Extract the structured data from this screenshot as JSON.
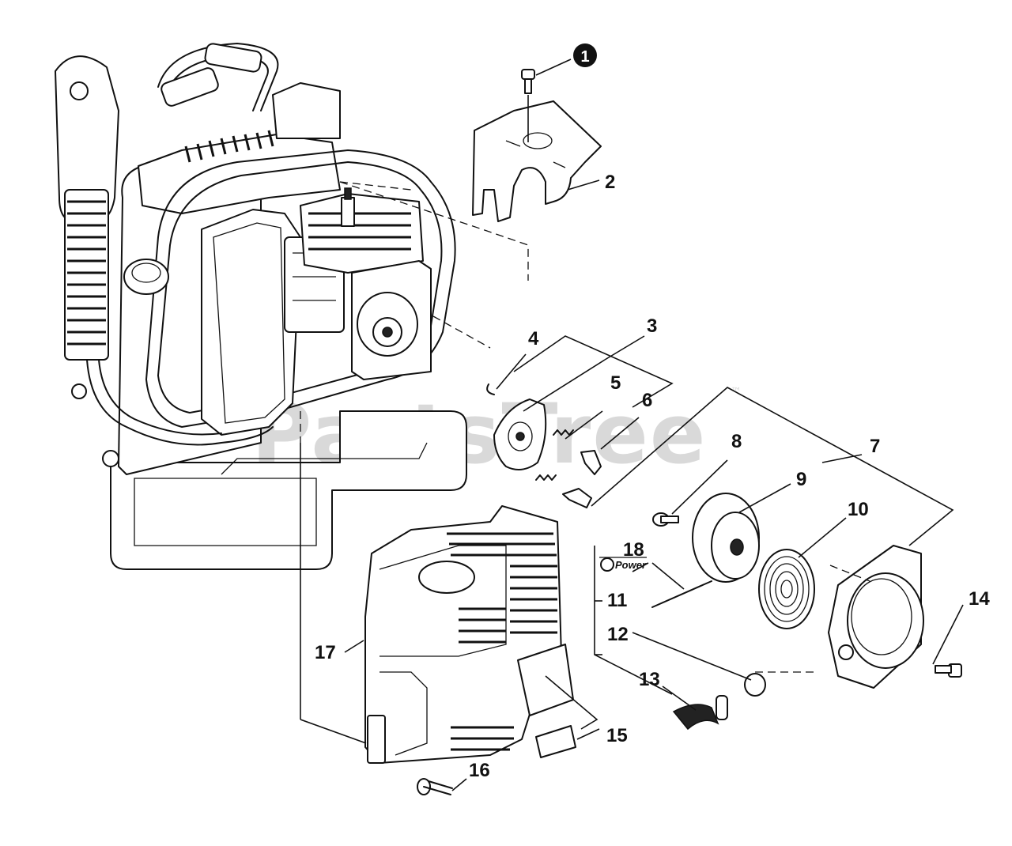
{
  "watermark": {
    "text": "PartsTree",
    "trademark": "™"
  },
  "brand_mark": {
    "text": "Power"
  },
  "callouts": {
    "c1": "1",
    "c2": "2",
    "c3": "3",
    "c4": "4",
    "c5": "5",
    "c6": "6",
    "c7": "7",
    "c8": "8",
    "c9": "9",
    "c10": "10",
    "c11": "11",
    "c12": "12",
    "c13": "13",
    "c14": "14",
    "c15": "15",
    "c16": "16",
    "c17": "17",
    "c18": "18"
  },
  "colors": {
    "line": "#111111",
    "watermark": "#d9d9d9",
    "background": "#ffffff"
  }
}
